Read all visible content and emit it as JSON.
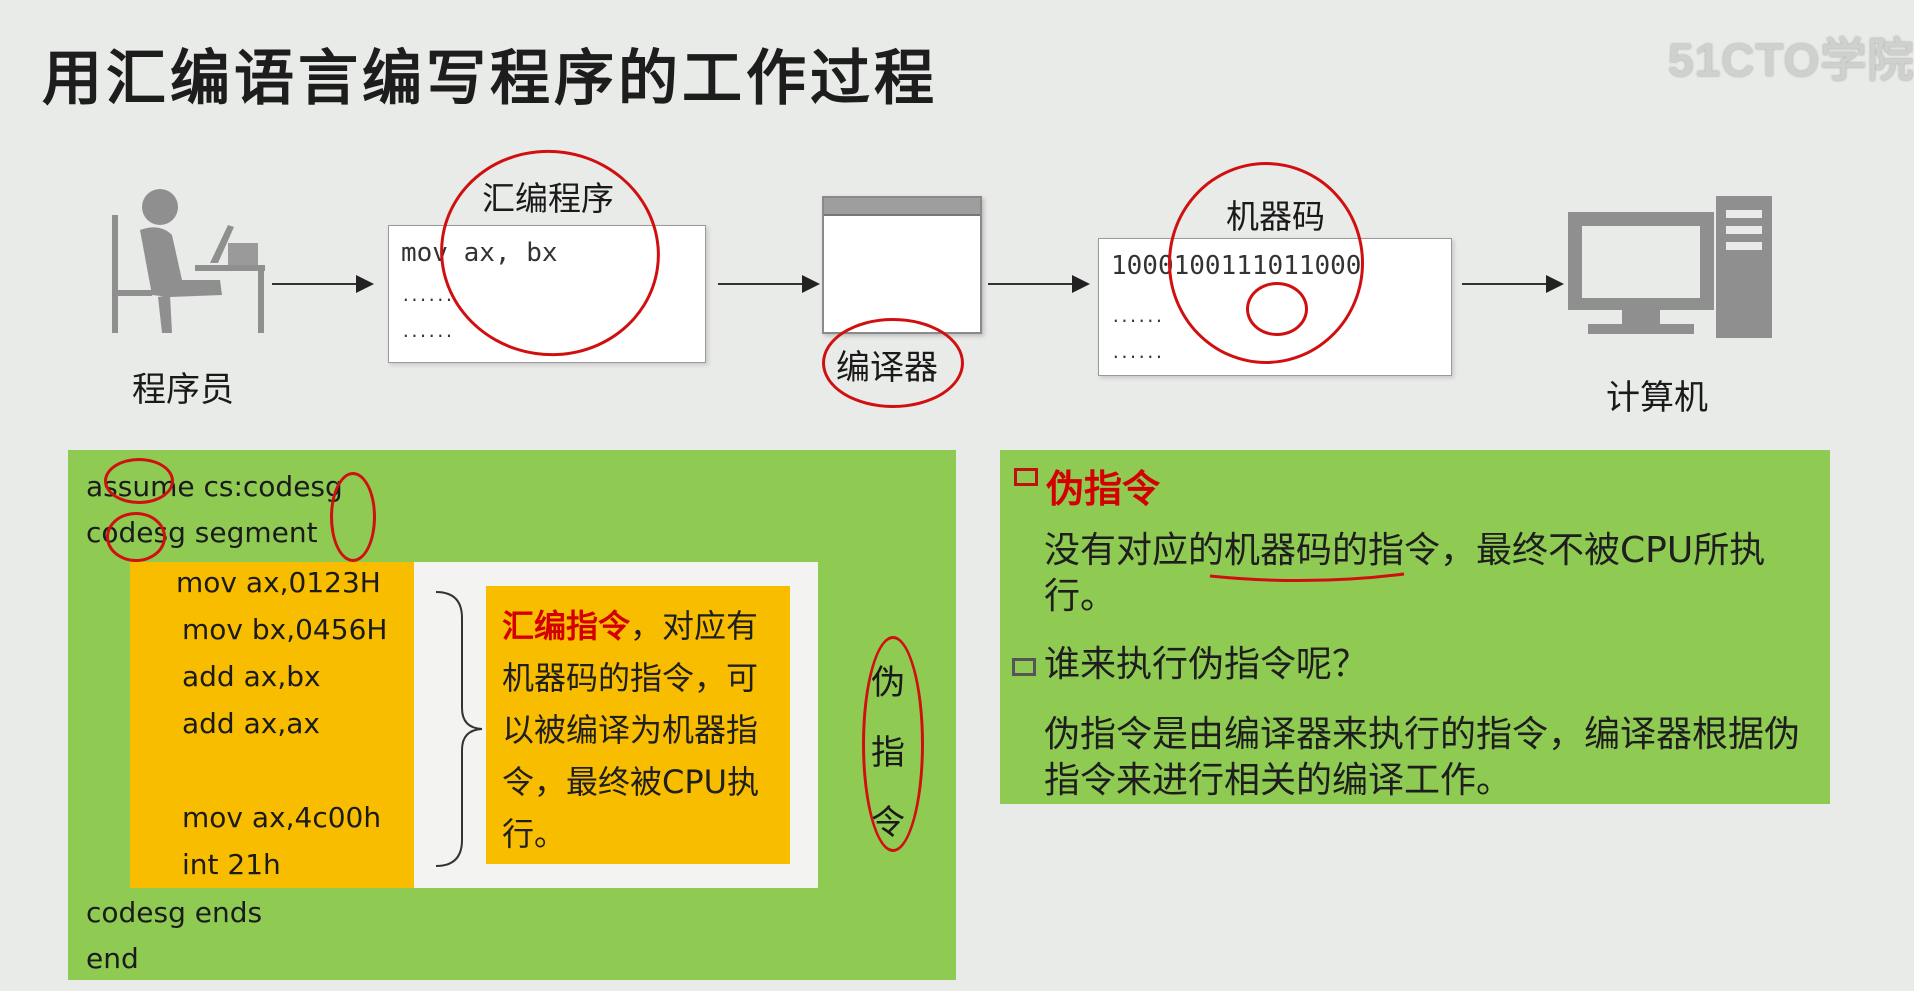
{
  "title": "用汇编语言编写程序的工作过程",
  "watermark": "51CTO学院",
  "flow": {
    "programmer": "程序员",
    "asm_program_label": "汇编程序",
    "asm_line": "mov  ax, bx",
    "dots1": "......",
    "dots2": "......",
    "compiler": "编译器",
    "machine_code_label": "机器码",
    "machine_line": "1000100111011000",
    "dots3": "......",
    "dots4": "......",
    "computer": "计算机"
  },
  "code": {
    "line1": "assume cs:codesg",
    "line2": "codesg segment",
    "instr": [
      "mov ax,0123H",
      "mov bx,0456H",
      "add ax,bx",
      "add ax,ax",
      "",
      "mov ax,4c00h",
      "int 21h"
    ],
    "line_end1": "codesg ends",
    "line_end2": "end",
    "callout_highlight": "汇编指令",
    "callout_rest": "，对应有机器码的指令，可以被编译为机器指令，最终被CPU执行。",
    "pseudo_vertical": [
      "伪",
      "指",
      "令"
    ]
  },
  "right": {
    "heading": "伪指令",
    "para1": "没有对应的机器码的指令，最终不被CPU所执行。",
    "question": "谁来执行伪指令呢？",
    "para2": "伪指令是由编译器来执行的指令，编译器根据伪指令来进行相关的编译工作。"
  }
}
